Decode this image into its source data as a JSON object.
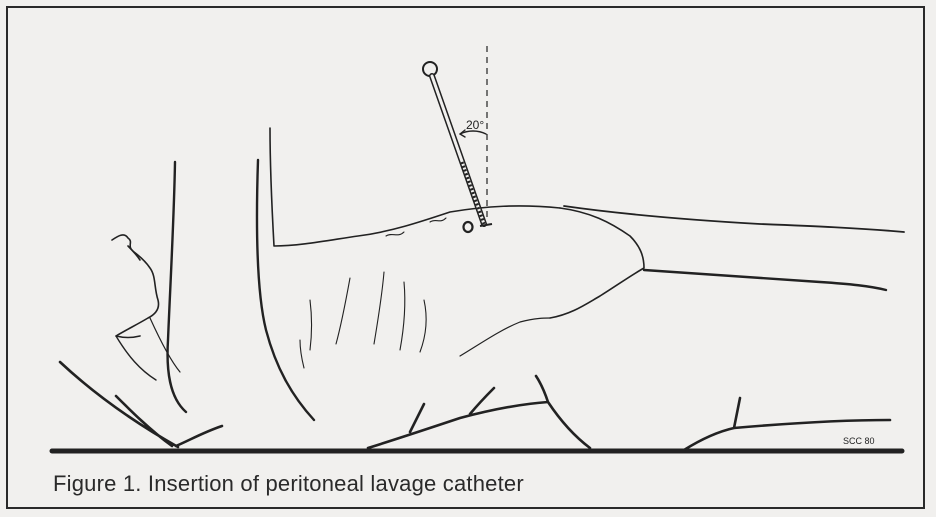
{
  "figure": {
    "caption": "Figure 1. Insertion of peritoneal lavage catheter",
    "angle_label": "20°",
    "signature": "SCC 80"
  }
}
